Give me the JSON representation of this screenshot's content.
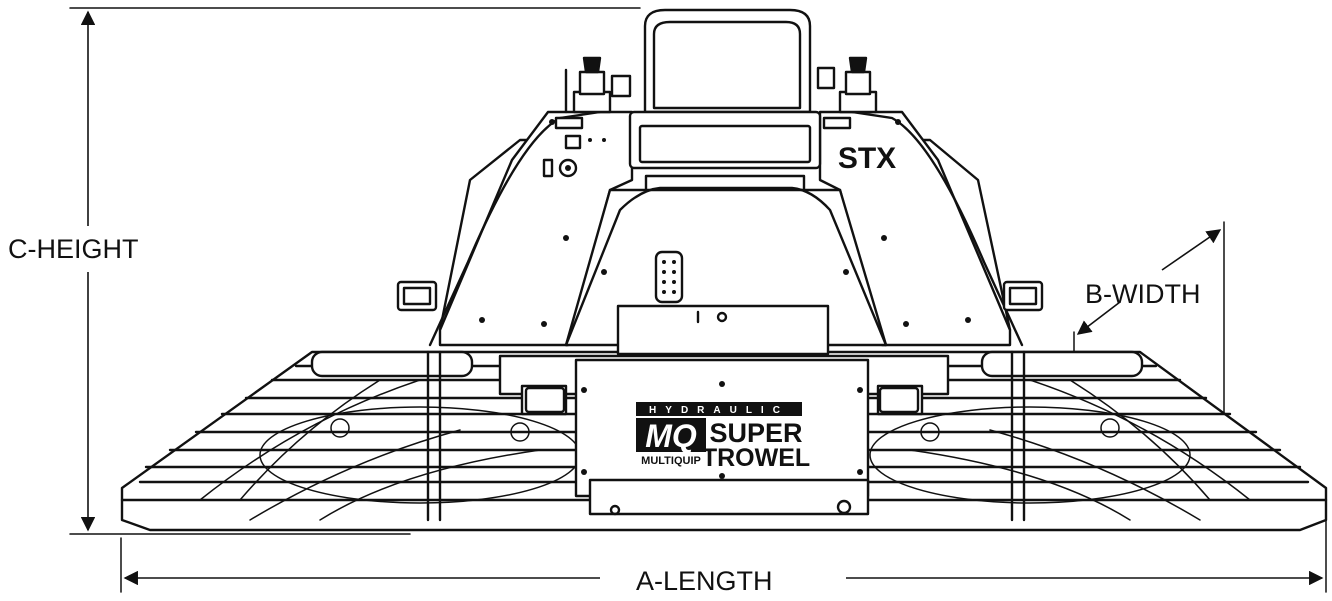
{
  "dimensions": {
    "height_label": "C-HEIGHT",
    "width_label": "B-WIDTH",
    "length_label": "A-LENGTH"
  },
  "machine": {
    "model_badge": "STX",
    "logo_banner": "HYDRAULIC",
    "logo_mark": "MQ",
    "logo_company": "MULTIQUIP",
    "logo_word_1": "SUPER",
    "logo_word_2": "TROWEL"
  },
  "colors": {
    "ink": "#111111",
    "paper": "#ffffff"
  }
}
